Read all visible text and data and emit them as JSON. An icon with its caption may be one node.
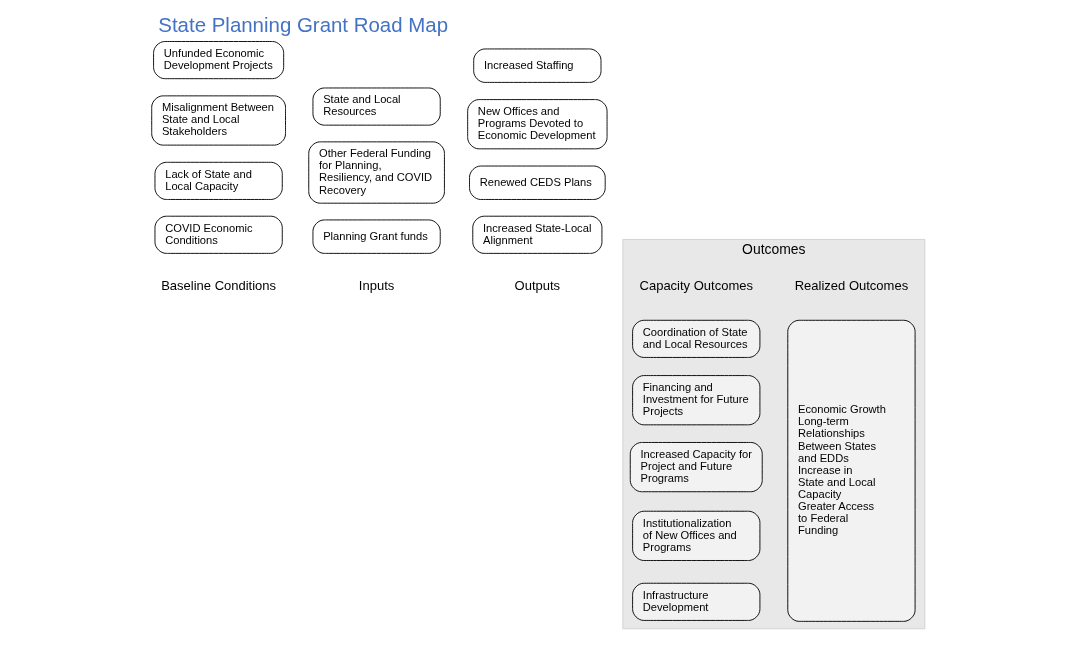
{
  "diagram": {
    "title": "State Planning Grant Road Map",
    "nodes": [
      {
        "text": [
          "COVID Economic Conditions"
        ]
      },
      {
        "text": [
          "Lack of State and Local Capacity"
        ]
      },
      {
        "text": [
          "Misalignment Between State and Local Stakeholders"
        ]
      },
      {
        "text": [
          "Unfunded Economic Development Projects"
        ]
      },
      {
        "text": [
          "Planning Grant funds"
        ]
      },
      {
        "text": [
          "Other Federal Funding for Planning, Resiliency, and COVID Recovery"
        ]
      },
      {
        "text": [
          "State and Local Resources"
        ]
      },
      {
        "text": [
          "Increased State-Local Alignment"
        ]
      },
      {
        "text": [
          "Renewed CEDS Plans"
        ]
      },
      {
        "text": [
          "New Offices and Programs Devoted to Economic Development"
        ]
      },
      {
        "text": [
          "Increased Staffing"
        ]
      },
      {
        "text": [
          "Outcomes"
        ]
      },
      {
        "text": [
          "Coordination of State and Local Resources"
        ],
        "in": 11
      },
      {
        "text": [
          "Financing and Investment for Future Projects"
        ],
        "in": 11
      },
      {
        "text": [
          "Increased Capacity for Project and Future Programs"
        ],
        "in": 11
      },
      {
        "text": [
          "Institutionalization of New Offices and Programs"
        ],
        "in": 11
      },
      {
        "text": [
          "Infrastructure Development"
        ],
        "in": 11
      },
      {
        "text": [
          "Economic Growth",
          "Long-term Relationships Between States and EDDs",
          "Increase in State and Local Capacity",
          "Greater Access to Federal Funding"
        ],
        "in": 11
      }
    ],
    "edges": [],
    "labels": [
      "Baseline Conditions",
      "Inputs",
      "Outputs",
      "Capacity Outcomes",
      "Realized Outcomes"
    ]
  }
}
